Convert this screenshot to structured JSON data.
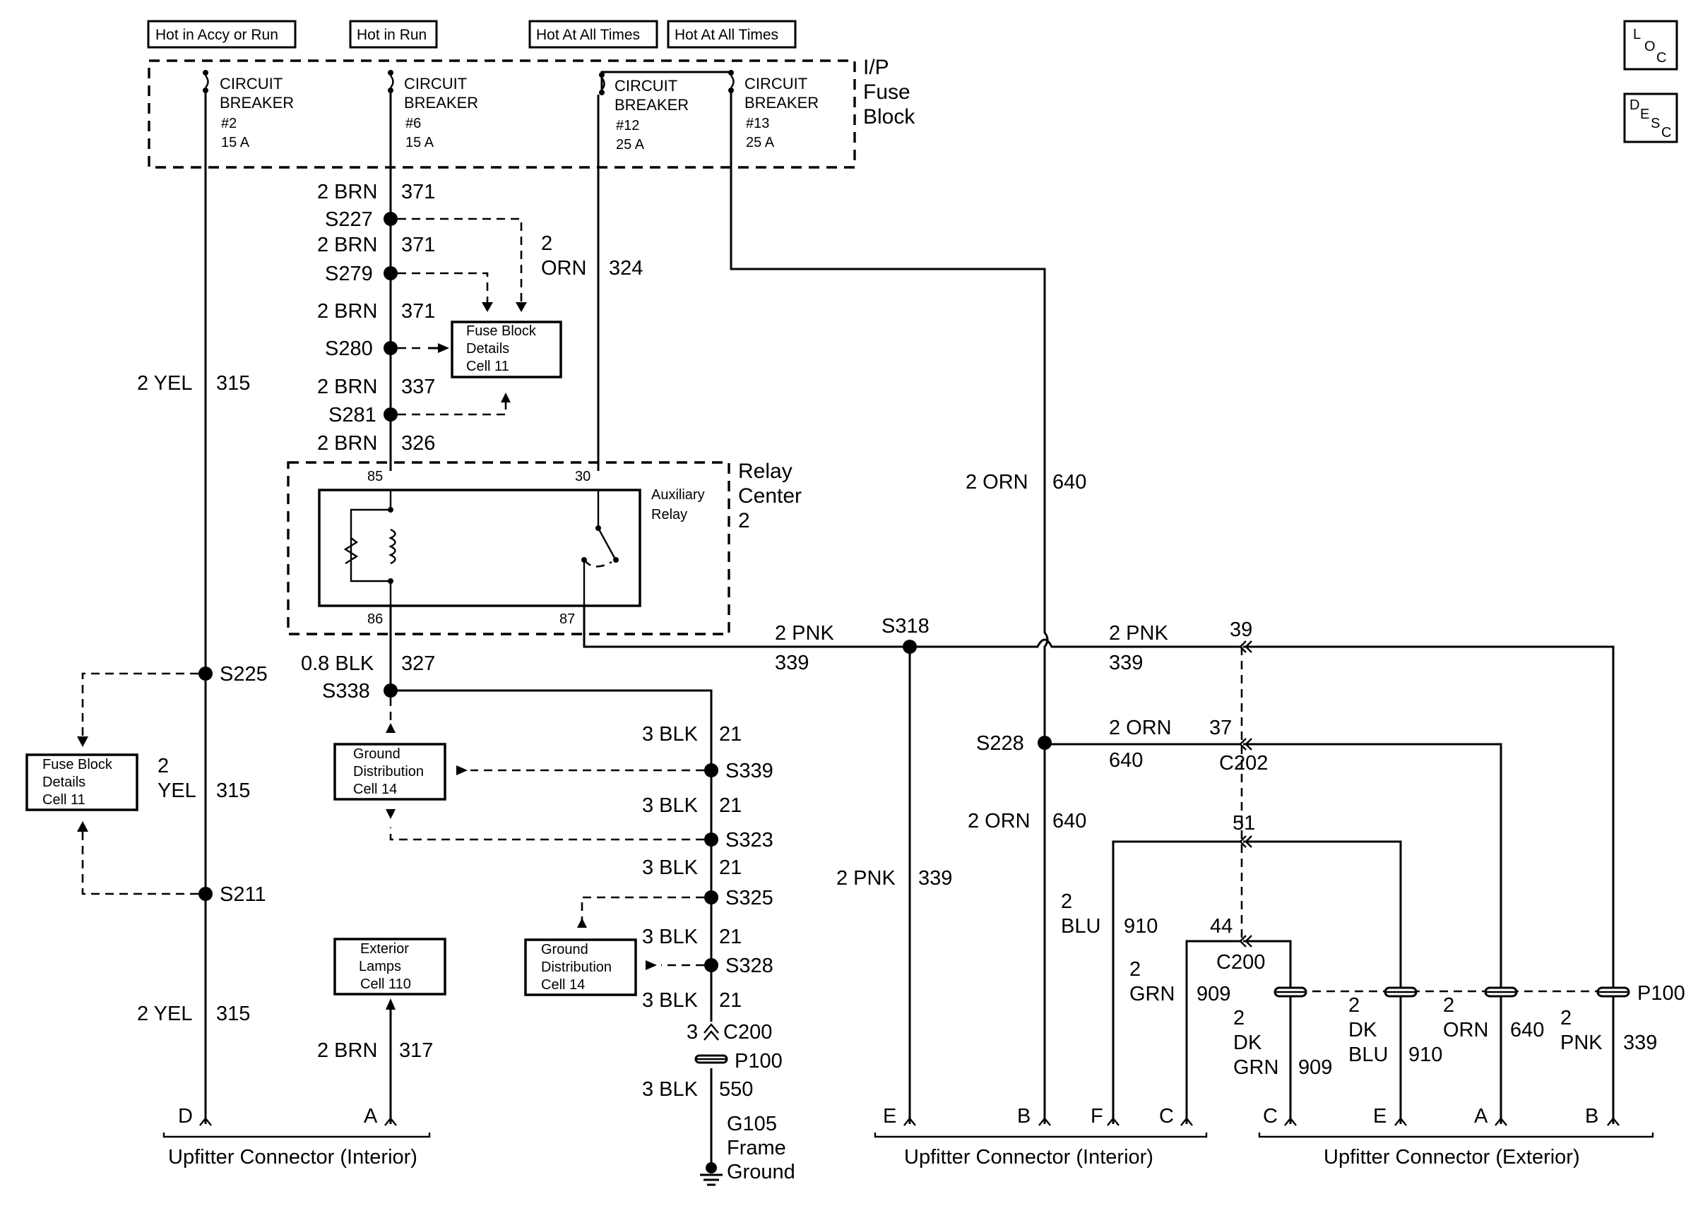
{
  "header": {
    "hot_accy_run": "Hot in Accy or Run",
    "hot_run": "Hot in Run",
    "hot_always_1": "Hot At All Times",
    "hot_always_2": "Hot At All Times"
  },
  "fuse_block": {
    "l1": "I/P",
    "l2": "Fuse",
    "l3": "Block"
  },
  "loc_icon": {
    "l": "L",
    "o": "O",
    "c": "C"
  },
  "desc_icon": {
    "d": "D",
    "e": "E",
    "s": "S",
    "c": "C"
  },
  "breakers": [
    {
      "l1": "CIRCUIT",
      "l2": "BREAKER",
      "num": "#2",
      "amp": "15 A"
    },
    {
      "l1": "CIRCUIT",
      "l2": "BREAKER",
      "num": "#6",
      "amp": "15 A"
    },
    {
      "l1": "CIRCUIT",
      "l2": "BREAKER",
      "num": "#12",
      "amp": "25 A"
    },
    {
      "l1": "CIRCUIT",
      "l2": "BREAKER",
      "num": "#13",
      "amp": "25 A"
    }
  ],
  "brn_stack": {
    "w1_g": "2 BRN",
    "w1_c": "371",
    "s227": "S227",
    "w2_g": "2 BRN",
    "w2_c": "371",
    "s279": "S279",
    "w3_g": "2 BRN",
    "w3_c": "371",
    "s280": "S280",
    "w4_g": "2 BRN",
    "w4_c": "337",
    "s281": "S281",
    "w5_g": "2 BRN",
    "w5_c": "326"
  },
  "orn324": {
    "g1": "2",
    "g2": "ORN",
    "c": "324"
  },
  "fuse_details_top": {
    "l1": "Fuse Block",
    "l2": "Details",
    "l3": "Cell 11"
  },
  "yel_wire": {
    "w1_g": "2 YEL",
    "w1_c": "315",
    "s225": "S225",
    "w2_g1": "2",
    "w2_g2": "YEL",
    "w2_c": "315",
    "s211": "S211",
    "w3_g": "2 YEL",
    "w3_c": "315"
  },
  "fuse_details_left": {
    "l1": "Fuse Block",
    "l2": "Details",
    "l3": "Cell 11"
  },
  "relay_center": {
    "l1": "Relay",
    "l2": "Center",
    "l3": "2"
  },
  "relay": {
    "l1": "Auxiliary",
    "l2": "Relay",
    "p85": "85",
    "p30": "30",
    "p86": "86",
    "p87": "87"
  },
  "blk_stack": {
    "w1_g": "0.8 BLK",
    "w1_c": "327",
    "s338": "S338",
    "w2_g": "3 BLK",
    "w2_c": "21",
    "s339": "S339",
    "w3_g": "3 BLK",
    "w3_c": "21",
    "s323": "S323",
    "w4_g": "3 BLK",
    "w4_c": "21",
    "s325": "S325",
    "w5_g": "3 BLK",
    "w5_c": "21",
    "s328": "S328",
    "w6_g": "3 BLK",
    "w6_c": "21",
    "c200_pin": "3",
    "c200": "C200",
    "p100": "P100",
    "w7_g": "3 BLK",
    "w7_c": "550",
    "g105_l1": "G105",
    "g105_l2": "Frame",
    "g105_l3": "Ground"
  },
  "ground_dist_1": {
    "l1": "Ground",
    "l2": "Distribution",
    "l3": "Cell 14"
  },
  "ground_dist_2": {
    "l1": "Ground",
    "l2": "Distribution",
    "l3": "Cell 14"
  },
  "exterior_lamps": {
    "l1": "Exterior",
    "l2": "Lamps",
    "l3": "Cell 110"
  },
  "brn317": {
    "g": "2 BRN",
    "c": "317"
  },
  "pnk_run": {
    "g": "2 PNK",
    "c": "339",
    "s318": "S318",
    "g2": "2 PNK",
    "c2": "339",
    "pin39": "39"
  },
  "orn640_main": {
    "g": "2 ORN",
    "c": "640",
    "s228": "S228",
    "g2": "2 ORN",
    "c2": "640",
    "pin37": "37",
    "c202": "C202",
    "g3": "2 ORN",
    "c3": "640"
  },
  "pnk339_down": {
    "g": "2 PNK",
    "c": "339"
  },
  "blu910": {
    "pin51": "51",
    "g1": "2",
    "g2": "BLU",
    "c": "910"
  },
  "grn909": {
    "pin44": "44",
    "c200": "C200",
    "g1": "2",
    "g2": "GRN",
    "c": "909"
  },
  "ext_wires": {
    "dkgrn_g1": "2",
    "dkgrn_g2": "DK",
    "dkgrn_g3": "GRN",
    "dkgrn_c": "909",
    "dkblu_g1": "2",
    "dkblu_g2": "DK",
    "dkblu_g3": "BLU",
    "dkblu_c": "910",
    "orn_g1": "2",
    "orn_g2": "ORN",
    "orn_c": "640",
    "pnk_g1": "2",
    "pnk_g2": "PNK",
    "pnk_c": "339",
    "p100": "P100"
  },
  "pins": {
    "left_d": "D",
    "left_a": "A",
    "mid_e": "E",
    "mid_b": "B",
    "mid_f": "F",
    "mid_c": "C",
    "ext_c": "C",
    "ext_e": "E",
    "ext_a": "A",
    "ext_b": "B"
  },
  "connectors": {
    "upfitter_interior_left": "Upfitter Connector (Interior)",
    "upfitter_interior_mid": "Upfitter Connector (Interior)",
    "upfitter_exterior": "Upfitter Connector (Exterior)"
  }
}
